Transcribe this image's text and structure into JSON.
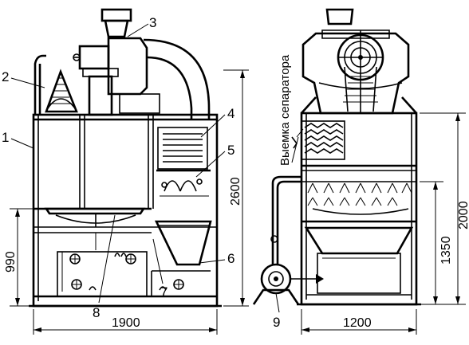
{
  "callouts": {
    "c1": "1",
    "c2": "2",
    "c3": "3",
    "c4": "4",
    "c5": "5",
    "c6": "6",
    "c7": "7",
    "c8": "8",
    "c9": "9"
  },
  "dimensions": {
    "front_width": "1900",
    "front_height": "2600",
    "front_shelf": "990",
    "side_width": "1200",
    "side_height": "2000",
    "side_hopper": "1350"
  },
  "note": "Выемка сепаратора"
}
